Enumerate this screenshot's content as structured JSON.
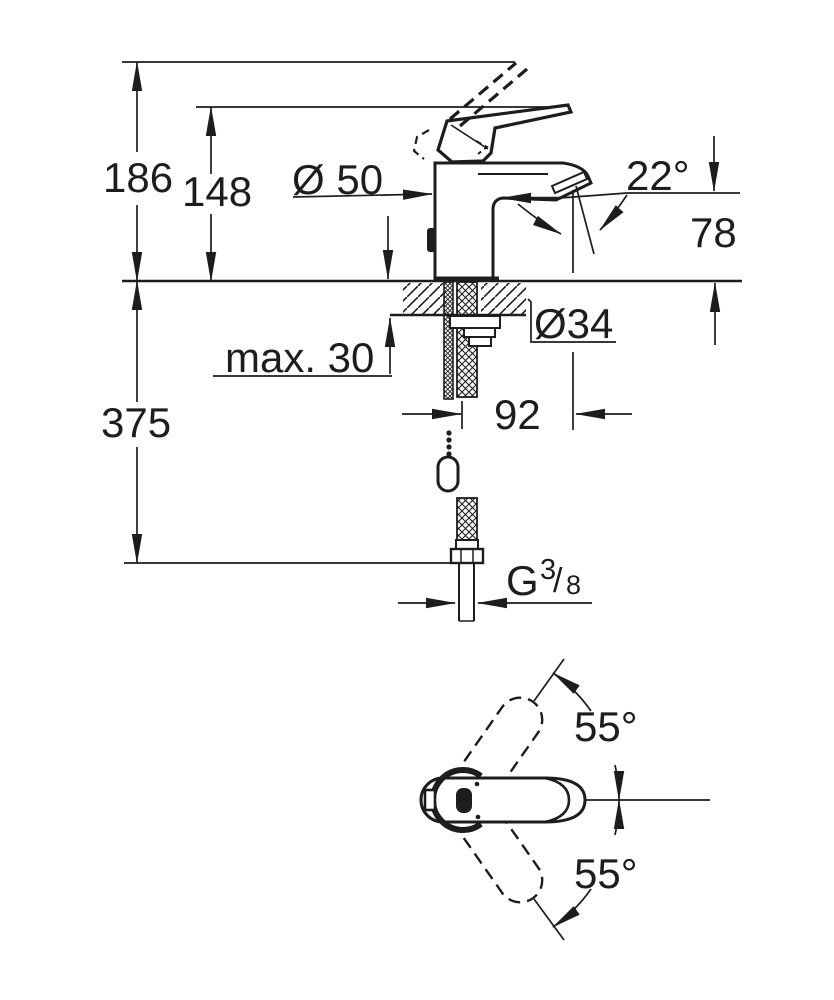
{
  "drawing": {
    "type": "faucet-installation-dimensional-drawing",
    "colors": {
      "line": "#1d1d1b",
      "background": "#ffffff"
    },
    "dimensions": {
      "overall_height": "186",
      "lever_height": "148",
      "body_diameter": "Ø 50",
      "spout_angle": "22°",
      "outlet_height": "78",
      "deck_thickness_max": "max. 30",
      "hole_diameter": "Ø34",
      "spout_projection": "92",
      "hose_length": "375",
      "thread_letter": "G",
      "thread_numerator": "3",
      "thread_slash": "/",
      "thread_denominator": "8",
      "handle_swing_upper": "55°",
      "handle_swing_lower": "55°"
    }
  }
}
